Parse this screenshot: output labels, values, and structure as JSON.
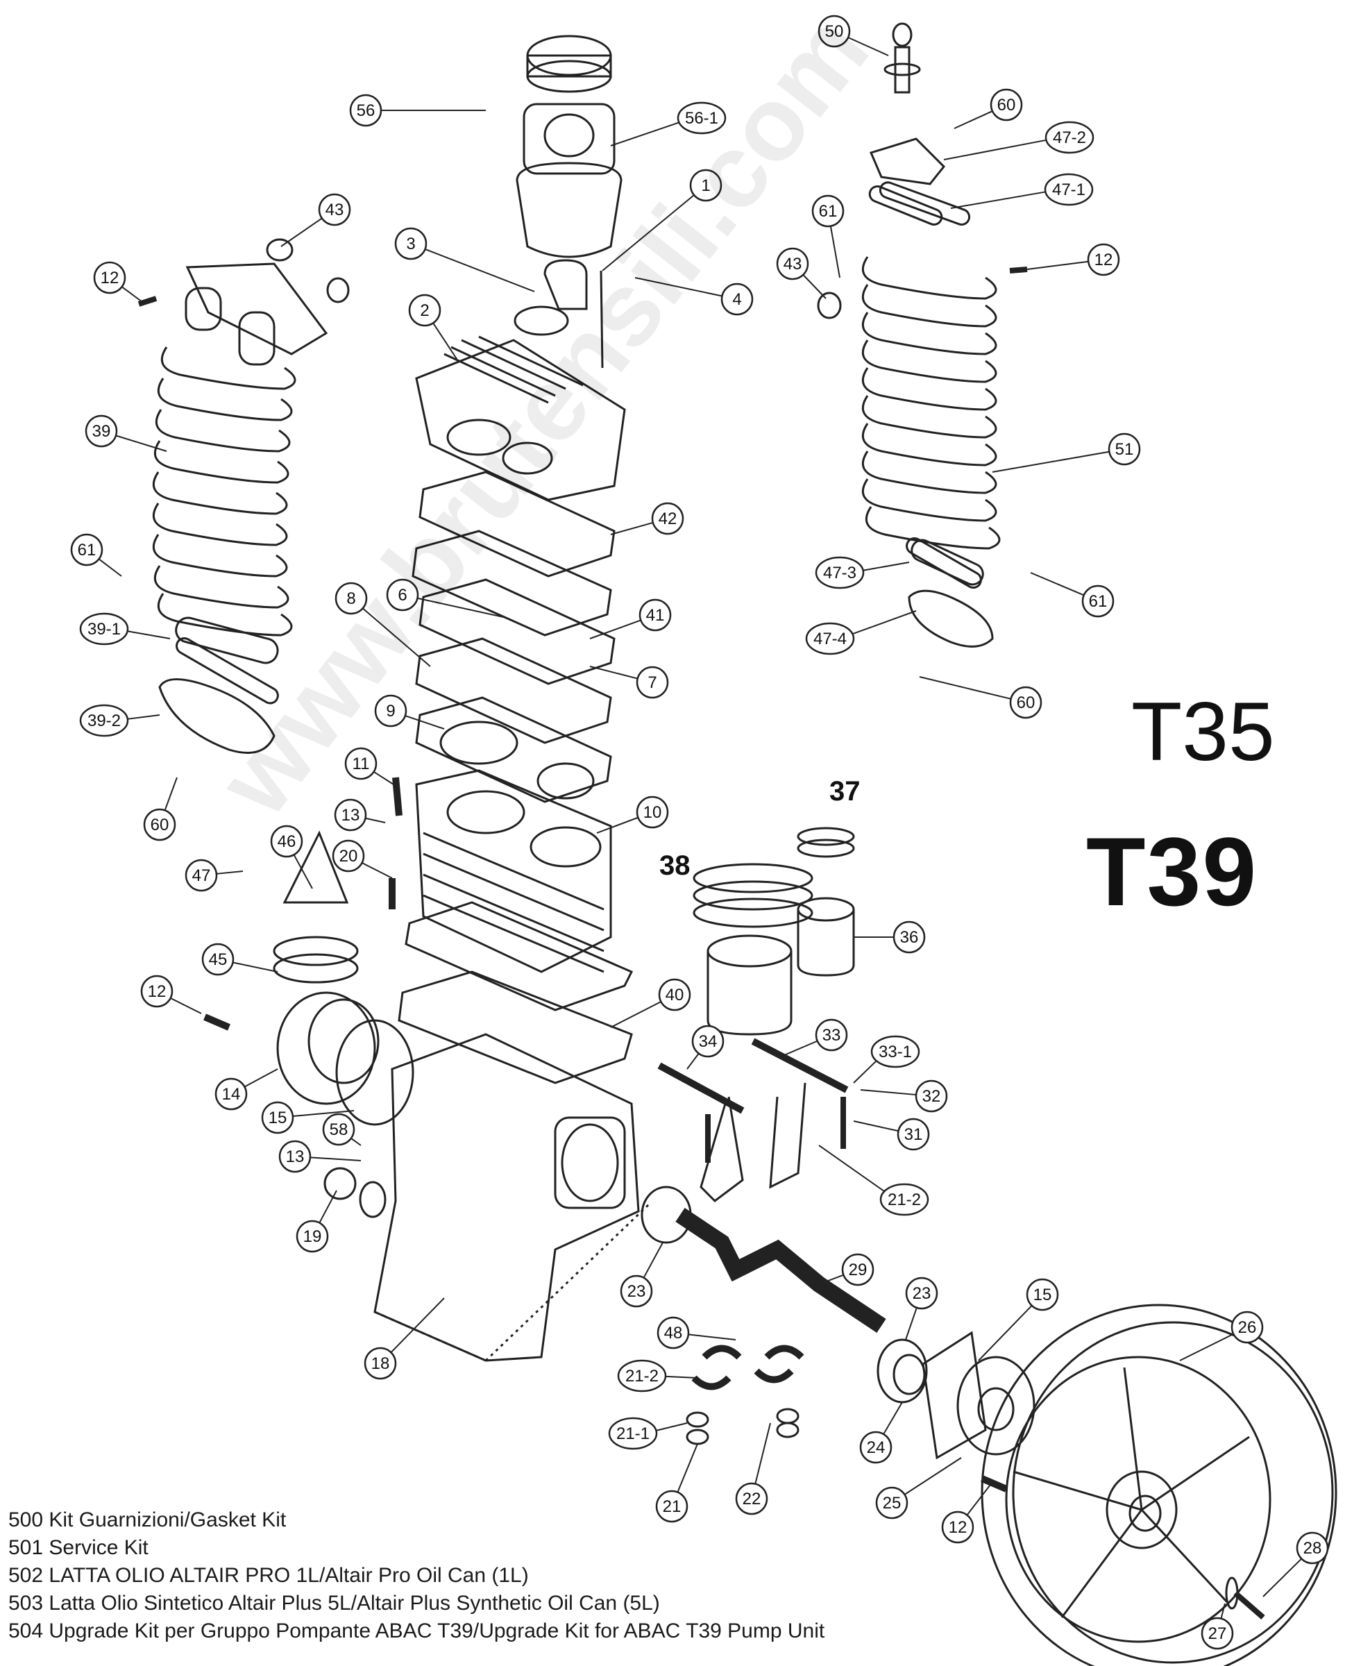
{
  "diagram": {
    "models": [
      "T35",
      "T39"
    ],
    "bold_labels": [
      "37",
      "38"
    ],
    "watermark": "www.brutensili.com",
    "callouts": [
      {
        "id": "c1",
        "label": "1"
      },
      {
        "id": "c2",
        "label": "2"
      },
      {
        "id": "c3",
        "label": "3"
      },
      {
        "id": "c4",
        "label": "4"
      },
      {
        "id": "c6",
        "label": "6"
      },
      {
        "id": "c7",
        "label": "7"
      },
      {
        "id": "c8",
        "label": "8"
      },
      {
        "id": "c9",
        "label": "9"
      },
      {
        "id": "c10",
        "label": "10"
      },
      {
        "id": "c11",
        "label": "11"
      },
      {
        "id": "c12a",
        "label": "12"
      },
      {
        "id": "c12b",
        "label": "12"
      },
      {
        "id": "c12c",
        "label": "12"
      },
      {
        "id": "c12d",
        "label": "12"
      },
      {
        "id": "c13a",
        "label": "13"
      },
      {
        "id": "c13b",
        "label": "13"
      },
      {
        "id": "c14",
        "label": "14"
      },
      {
        "id": "c15a",
        "label": "15"
      },
      {
        "id": "c15b",
        "label": "15"
      },
      {
        "id": "c18",
        "label": "18"
      },
      {
        "id": "c19",
        "label": "19"
      },
      {
        "id": "c20",
        "label": "20"
      },
      {
        "id": "c21",
        "label": "21"
      },
      {
        "id": "c21_1",
        "label": "21-1"
      },
      {
        "id": "c21_2a",
        "label": "21-2"
      },
      {
        "id": "c21_2b",
        "label": "21-2"
      },
      {
        "id": "c22",
        "label": "22"
      },
      {
        "id": "c23a",
        "label": "23"
      },
      {
        "id": "c23b",
        "label": "23"
      },
      {
        "id": "c24",
        "label": "24"
      },
      {
        "id": "c25",
        "label": "25"
      },
      {
        "id": "c26",
        "label": "26"
      },
      {
        "id": "c27",
        "label": "27"
      },
      {
        "id": "c28",
        "label": "28"
      },
      {
        "id": "c29",
        "label": "29"
      },
      {
        "id": "c31",
        "label": "31"
      },
      {
        "id": "c32",
        "label": "32"
      },
      {
        "id": "c33",
        "label": "33"
      },
      {
        "id": "c33_1",
        "label": "33-1"
      },
      {
        "id": "c34",
        "label": "34"
      },
      {
        "id": "c36",
        "label": "36"
      },
      {
        "id": "c39",
        "label": "39"
      },
      {
        "id": "c39_1",
        "label": "39-1"
      },
      {
        "id": "c39_2",
        "label": "39-2"
      },
      {
        "id": "c40",
        "label": "40"
      },
      {
        "id": "c41",
        "label": "41"
      },
      {
        "id": "c42",
        "label": "42"
      },
      {
        "id": "c43a",
        "label": "43"
      },
      {
        "id": "c43b",
        "label": "43"
      },
      {
        "id": "c45",
        "label": "45"
      },
      {
        "id": "c46",
        "label": "46"
      },
      {
        "id": "c47",
        "label": "47"
      },
      {
        "id": "c47_1",
        "label": "47-1"
      },
      {
        "id": "c47_2",
        "label": "47-2"
      },
      {
        "id": "c47_3",
        "label": "47-3"
      },
      {
        "id": "c47_4",
        "label": "47-4"
      },
      {
        "id": "c48",
        "label": "48"
      },
      {
        "id": "c50",
        "label": "50"
      },
      {
        "id": "c51",
        "label": "51"
      },
      {
        "id": "c56",
        "label": "56"
      },
      {
        "id": "c56_1",
        "label": "56-1"
      },
      {
        "id": "c58",
        "label": "58"
      },
      {
        "id": "c60a",
        "label": "60"
      },
      {
        "id": "c60b",
        "label": "60"
      },
      {
        "id": "c60c",
        "label": "60"
      },
      {
        "id": "c61a",
        "label": "61"
      },
      {
        "id": "c61b",
        "label": "61"
      },
      {
        "id": "c61c",
        "label": "61"
      }
    ]
  },
  "notes": [
    "500 Kit Guarnizioni/Gasket Kit",
    "501 Service Kit",
    "502 LATTA OLIO ALTAIR PRO 1L/Altair Pro Oil Can (1L)",
    "503 Latta Olio Sintetico Altair Plus 5L/Altair Plus Synthetic Oil Can (5L)",
    "504 Upgrade Kit per Gruppo Pompante ABAC T39/Upgrade Kit for ABAC T39 Pump Unit"
  ]
}
